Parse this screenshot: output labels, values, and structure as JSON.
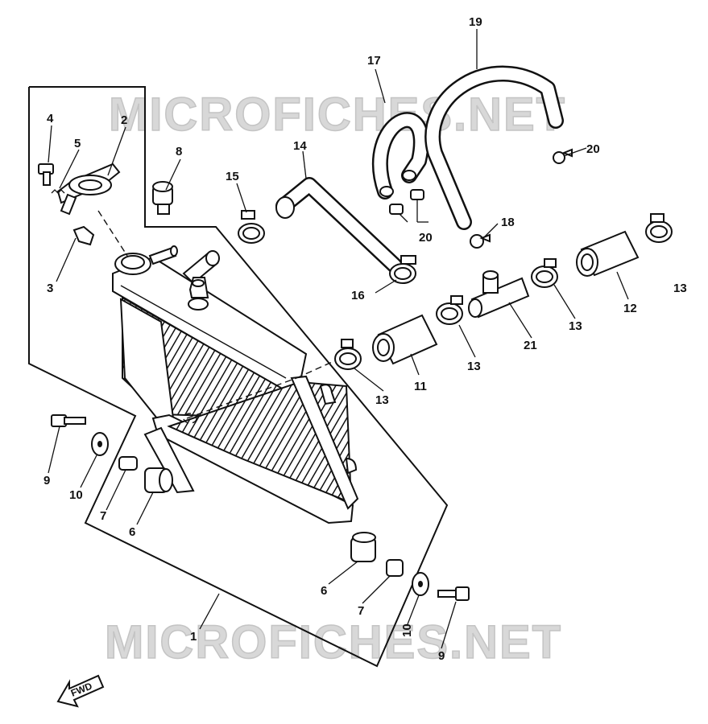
{
  "watermark": "MICROFICHES.NET",
  "fwd_label": "FWD",
  "callouts": {
    "c1": "1",
    "c2": "2",
    "c3": "3",
    "c4": "4",
    "c5": "5",
    "c6a": "6",
    "c6b": "6",
    "c7a": "7",
    "c7b": "7",
    "c8": "8",
    "c9a": "9",
    "c9b": "9",
    "c10a": "10",
    "c10b": "10",
    "c11": "11",
    "c12": "12",
    "c13a": "13",
    "c13b": "13",
    "c13c": "13",
    "c13d": "13",
    "c14": "14",
    "c15": "15",
    "c16": "16",
    "c17": "17",
    "c18": "18",
    "c19": "19",
    "c20a": "20",
    "c20b": "20",
    "c21": "21"
  }
}
